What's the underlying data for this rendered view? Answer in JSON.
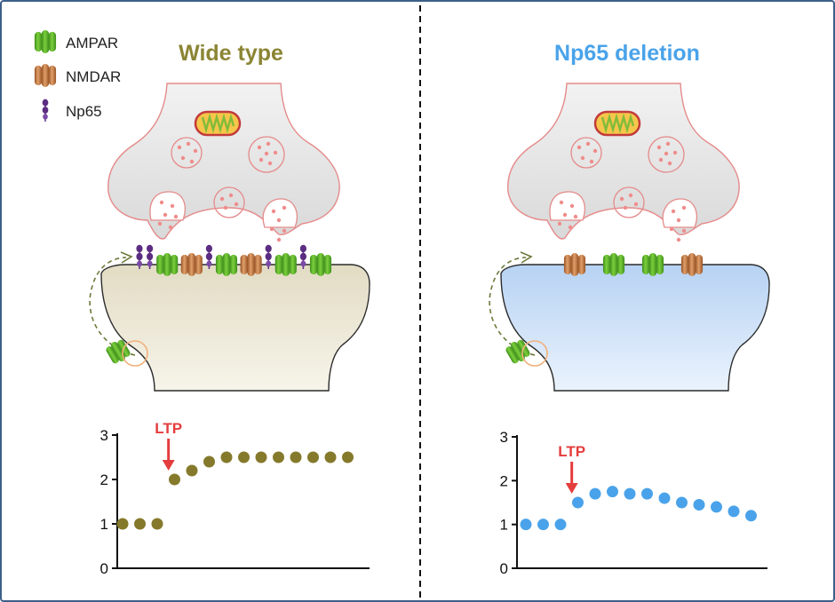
{
  "legend": {
    "ampar": {
      "label": "AMPAR",
      "color": "#5fb82a"
    },
    "nmdar": {
      "label": "NMDAR",
      "color": "#c0703a"
    },
    "np65": {
      "label": "Np65",
      "color": "#5b2d82"
    }
  },
  "panels": [
    {
      "title": "Wide type",
      "title_color": "#8b8534",
      "postsynaptic_fill": "#efe8d4",
      "membrane_receptors": [
        "np65",
        "np65",
        "ampar",
        "nmdar",
        "np65",
        "ampar",
        "nmdar",
        "np65",
        "ampar",
        "np65",
        "ampar"
      ]
    },
    {
      "title": "Np65 deletion",
      "title_color": "#4aa3ea",
      "postsynaptic_fill": "#c4dcf6",
      "membrane_receptors": [
        "nmdar",
        "ampar",
        "ampar",
        "nmdar"
      ]
    }
  ],
  "ltp": {
    "label": "LTP",
    "color": "#e43d3d"
  },
  "chart_data": [
    {
      "type": "scatter",
      "title": "",
      "xlabel": "",
      "ylabel": "",
      "ylim": [
        0,
        3
      ],
      "yticks": [
        "0",
        "1",
        "2",
        "3"
      ],
      "ltp_after_index": 2,
      "series": [
        {
          "color": "#857a2c",
          "values": [
            1,
            1,
            1,
            2.0,
            2.2,
            2.4,
            2.5,
            2.5,
            2.5,
            2.5,
            2.5,
            2.5,
            2.5,
            2.5
          ]
        }
      ]
    },
    {
      "type": "scatter",
      "title": "",
      "xlabel": "",
      "ylabel": "",
      "ylim": [
        0,
        3
      ],
      "yticks": [
        "0",
        "1",
        "2",
        "3"
      ],
      "ltp_after_index": 2,
      "series": [
        {
          "color": "#4aa3ea",
          "values": [
            1,
            1,
            1,
            1.5,
            1.7,
            1.75,
            1.7,
            1.7,
            1.6,
            1.5,
            1.45,
            1.4,
            1.3,
            1.2
          ]
        }
      ]
    }
  ]
}
